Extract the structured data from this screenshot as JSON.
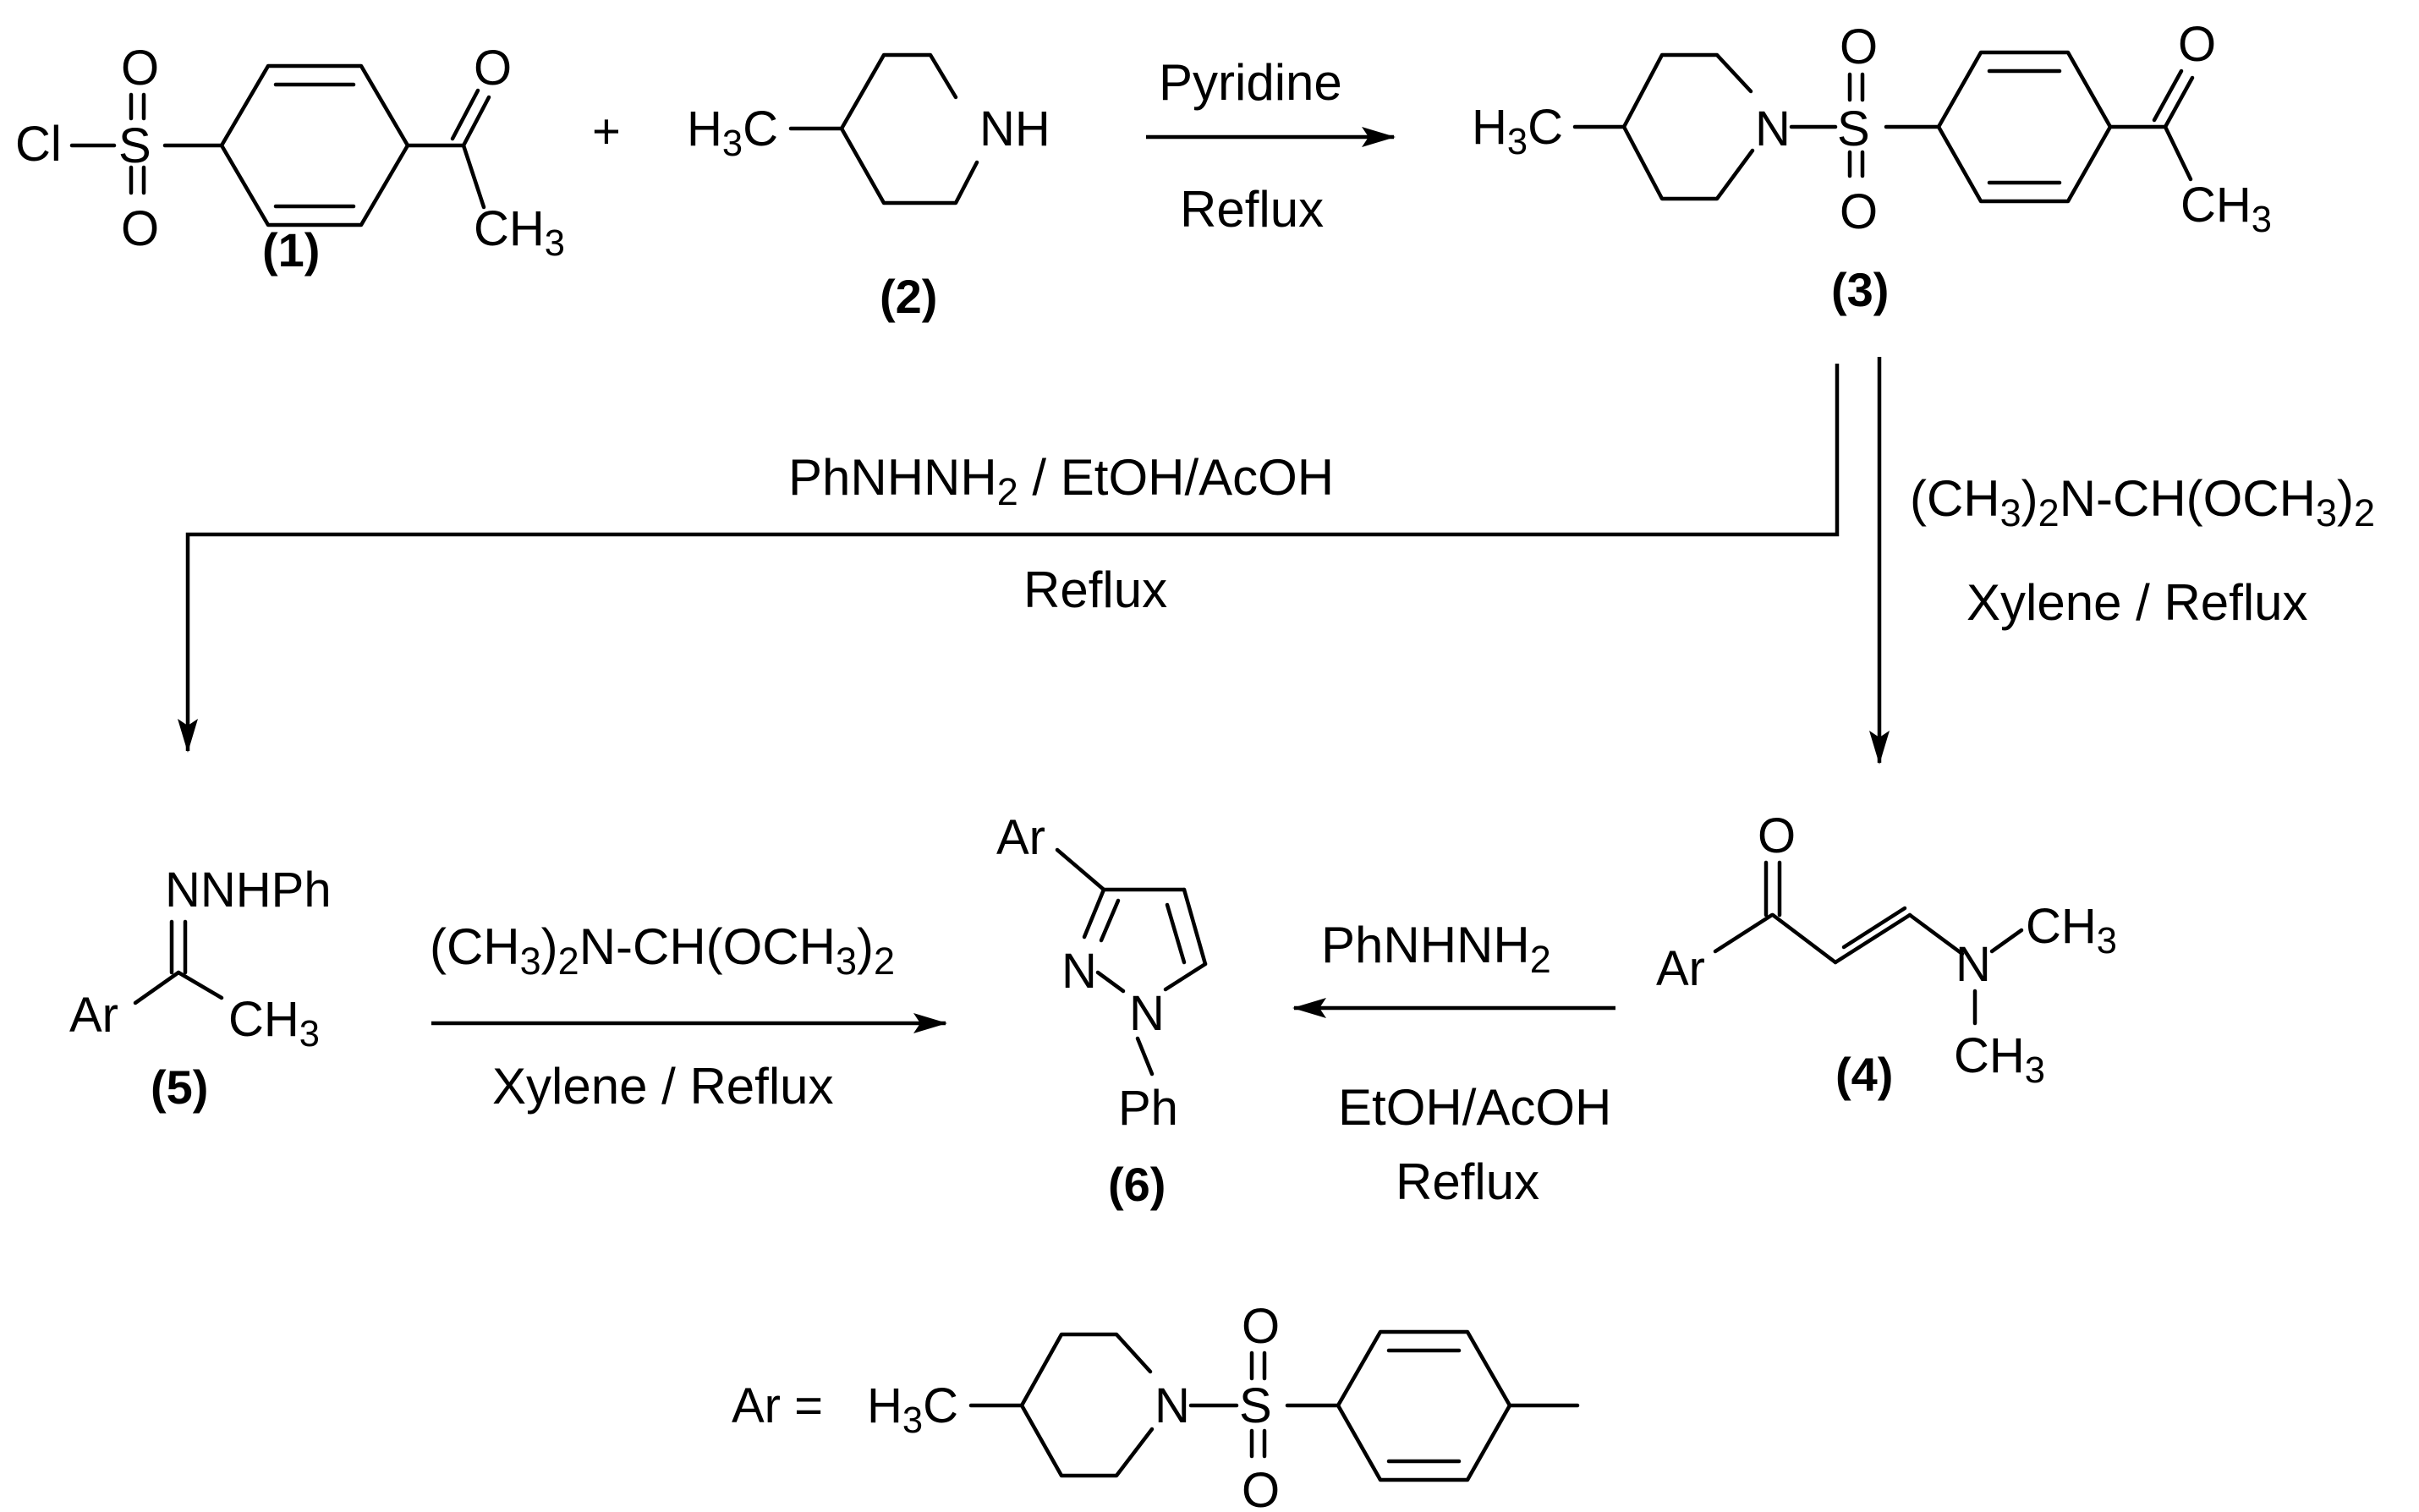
{
  "compounds": {
    "c1": {
      "label": "(1)",
      "atoms": [
        "Cl",
        "S",
        "O",
        "O",
        "O",
        "CH3"
      ]
    },
    "c2": {
      "label": "(2)",
      "atoms": [
        "H3C",
        "NH"
      ]
    },
    "c3": {
      "label": "(3)",
      "atoms": [
        "H3C",
        "N",
        "S",
        "O",
        "O",
        "O",
        "CH3"
      ]
    },
    "c4": {
      "label": "(4)",
      "atoms": [
        "Ar",
        "O",
        "N",
        "CH3",
        "CH3"
      ]
    },
    "c5": {
      "label": "(5)",
      "atoms": [
        "NNHPh",
        "Ar",
        "CH3"
      ]
    },
    "c6": {
      "label": "(6)",
      "atoms": [
        "Ar",
        "N",
        "N",
        "Ph"
      ]
    }
  },
  "plus_sign": "+",
  "conditions": {
    "step1": [
      "Pyridine",
      "Reflux"
    ],
    "step_3_to_5": [
      "PhNHNH2 / EtOH/AcOH",
      "Reflux"
    ],
    "step_3_to_4": [
      "(CH3)2N-CH(OCH3)2",
      "Xylene /  Reflux"
    ],
    "step_5_to_6": [
      "(CH3)2N-CH(OCH3)2",
      "Xylene /  Reflux"
    ],
    "step_4_to_6": [
      "PhNHNH2",
      "EtOH/AcOH",
      "Reflux"
    ]
  },
  "ar_definition": {
    "prefix": "Ar =",
    "atoms": [
      "H3C",
      "N",
      "S",
      "O",
      "O"
    ]
  }
}
